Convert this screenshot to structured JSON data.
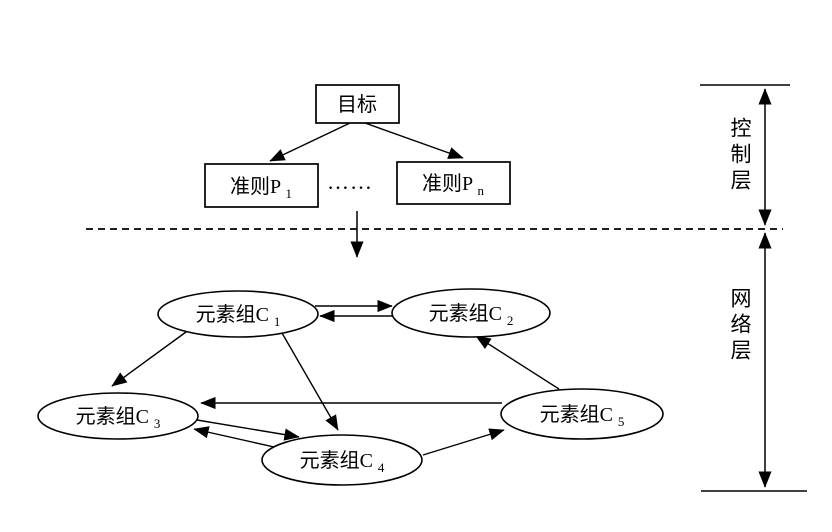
{
  "diagram": {
    "colors": {
      "background": "#ffffff",
      "line": "#000000",
      "text": "#000000"
    },
    "control_layer": {
      "goal_label": "目标",
      "criteria": [
        {
          "base": "准则P",
          "sub": "1"
        },
        {
          "base": "准则P",
          "sub": "n"
        }
      ],
      "ellipsis": "……"
    },
    "network_layer": {
      "element_groups": [
        {
          "base": "元素组C",
          "sub": "1"
        },
        {
          "base": "元素组C",
          "sub": "2"
        },
        {
          "base": "元素组C",
          "sub": "3"
        },
        {
          "base": "元素组C",
          "sub": "4"
        },
        {
          "base": "元素组C",
          "sub": "5"
        }
      ]
    },
    "layer_labels": {
      "control": "控制层",
      "network": "网络层"
    }
  }
}
